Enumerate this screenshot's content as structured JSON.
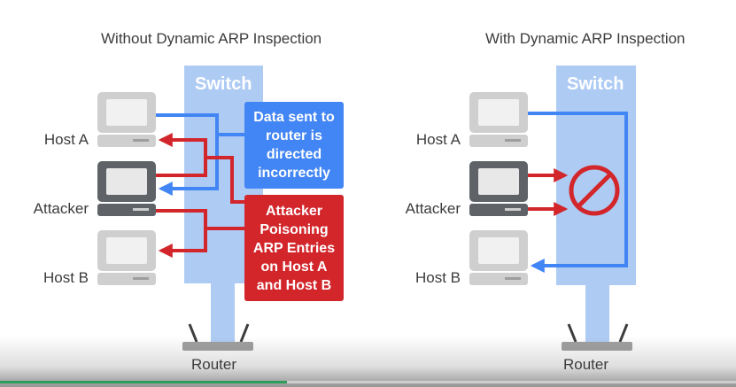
{
  "left_panel": {
    "title": "Without Dynamic ARP Inspection",
    "switch_label": "Switch",
    "hosts": [
      "Host A",
      "Attacker",
      "Host B"
    ],
    "router_label": "Router",
    "callout_blue": "Data sent to router is directed incorrectly",
    "callout_red": "Attacker Poisoning ARP Entries on Host A and Host B"
  },
  "right_panel": {
    "title": "With Dynamic ARP Inspection",
    "switch_label": "Switch",
    "hosts": [
      "Host A",
      "Attacker",
      "Host B"
    ],
    "router_label": "Router",
    "blocked_icon": "prohibited-icon"
  },
  "colors": {
    "switch": "#aecbf4",
    "data_flow": "#4285f4",
    "attack": "#d2262b",
    "host_light": "#cfcfcf",
    "host_dark": "#5f6368"
  },
  "video": {
    "progress_fraction": 0.39
  }
}
